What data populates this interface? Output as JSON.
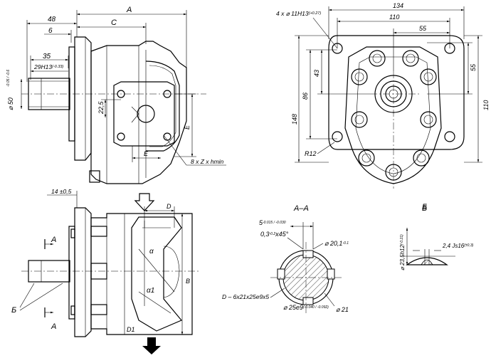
{
  "views": {
    "side_view": {
      "dimensions": {
        "A": "A",
        "C": "C",
        "overall_48": "48",
        "step_6": "6",
        "len_35": "35",
        "fit_29": "29H13",
        "fit_29_tol": "(-0.33)",
        "shaft_dia": "⌀ 50",
        "shaft_dia_tol": "-0.05 / -0.6",
        "height_22_5": "22,5",
        "E_vertical": "E",
        "E_horizontal": "E",
        "holes_note": "8 x Z x hmin"
      }
    },
    "front_view": {
      "dimensions": {
        "width_134": "134",
        "width_110": "110",
        "width_55": "55",
        "holes_label": "4 x ⌀ 11H13",
        "holes_tol": "(+0.27)",
        "height_43": "43",
        "height_86": "86",
        "height_148": "148",
        "right_55": "55",
        "right_110": "110",
        "radius": "R12"
      },
      "label": "Б"
    },
    "bottom_view": {
      "dimensions": {
        "top_14": "14 ±0,5",
        "D": "D",
        "B": "B",
        "D1": "D1",
        "alpha": "α",
        "alpha1": "α1"
      },
      "section_label_top": "A",
      "section_label_bottom": "A",
      "detail_label": "Б"
    },
    "section_AA": {
      "title": "A–A",
      "dimensions": {
        "key_5": "5",
        "key_5_tol": "-0.015 / -0.030",
        "chamfer": "0,3",
        "chamfer_tol": "-0.2",
        "chamfer_angle": "x45°",
        "dia_20": "⌀ 20,1",
        "dia_20_tol": "-0.1",
        "dia_21": "⌀ 21",
        "dia_25": "⌀ 25e9",
        "dia_25_tol": "(-0.040 / -0.092)",
        "spline": "D – 6x21x25e9x5"
      }
    },
    "detail_B": {
      "title": "Б",
      "dimensions": {
        "dia_23": "⌀ 23,5h12",
        "dia_23_tol": "(-0.21)",
        "width": "2,4 Js16",
        "width_tol": "(±0,3)"
      }
    }
  }
}
